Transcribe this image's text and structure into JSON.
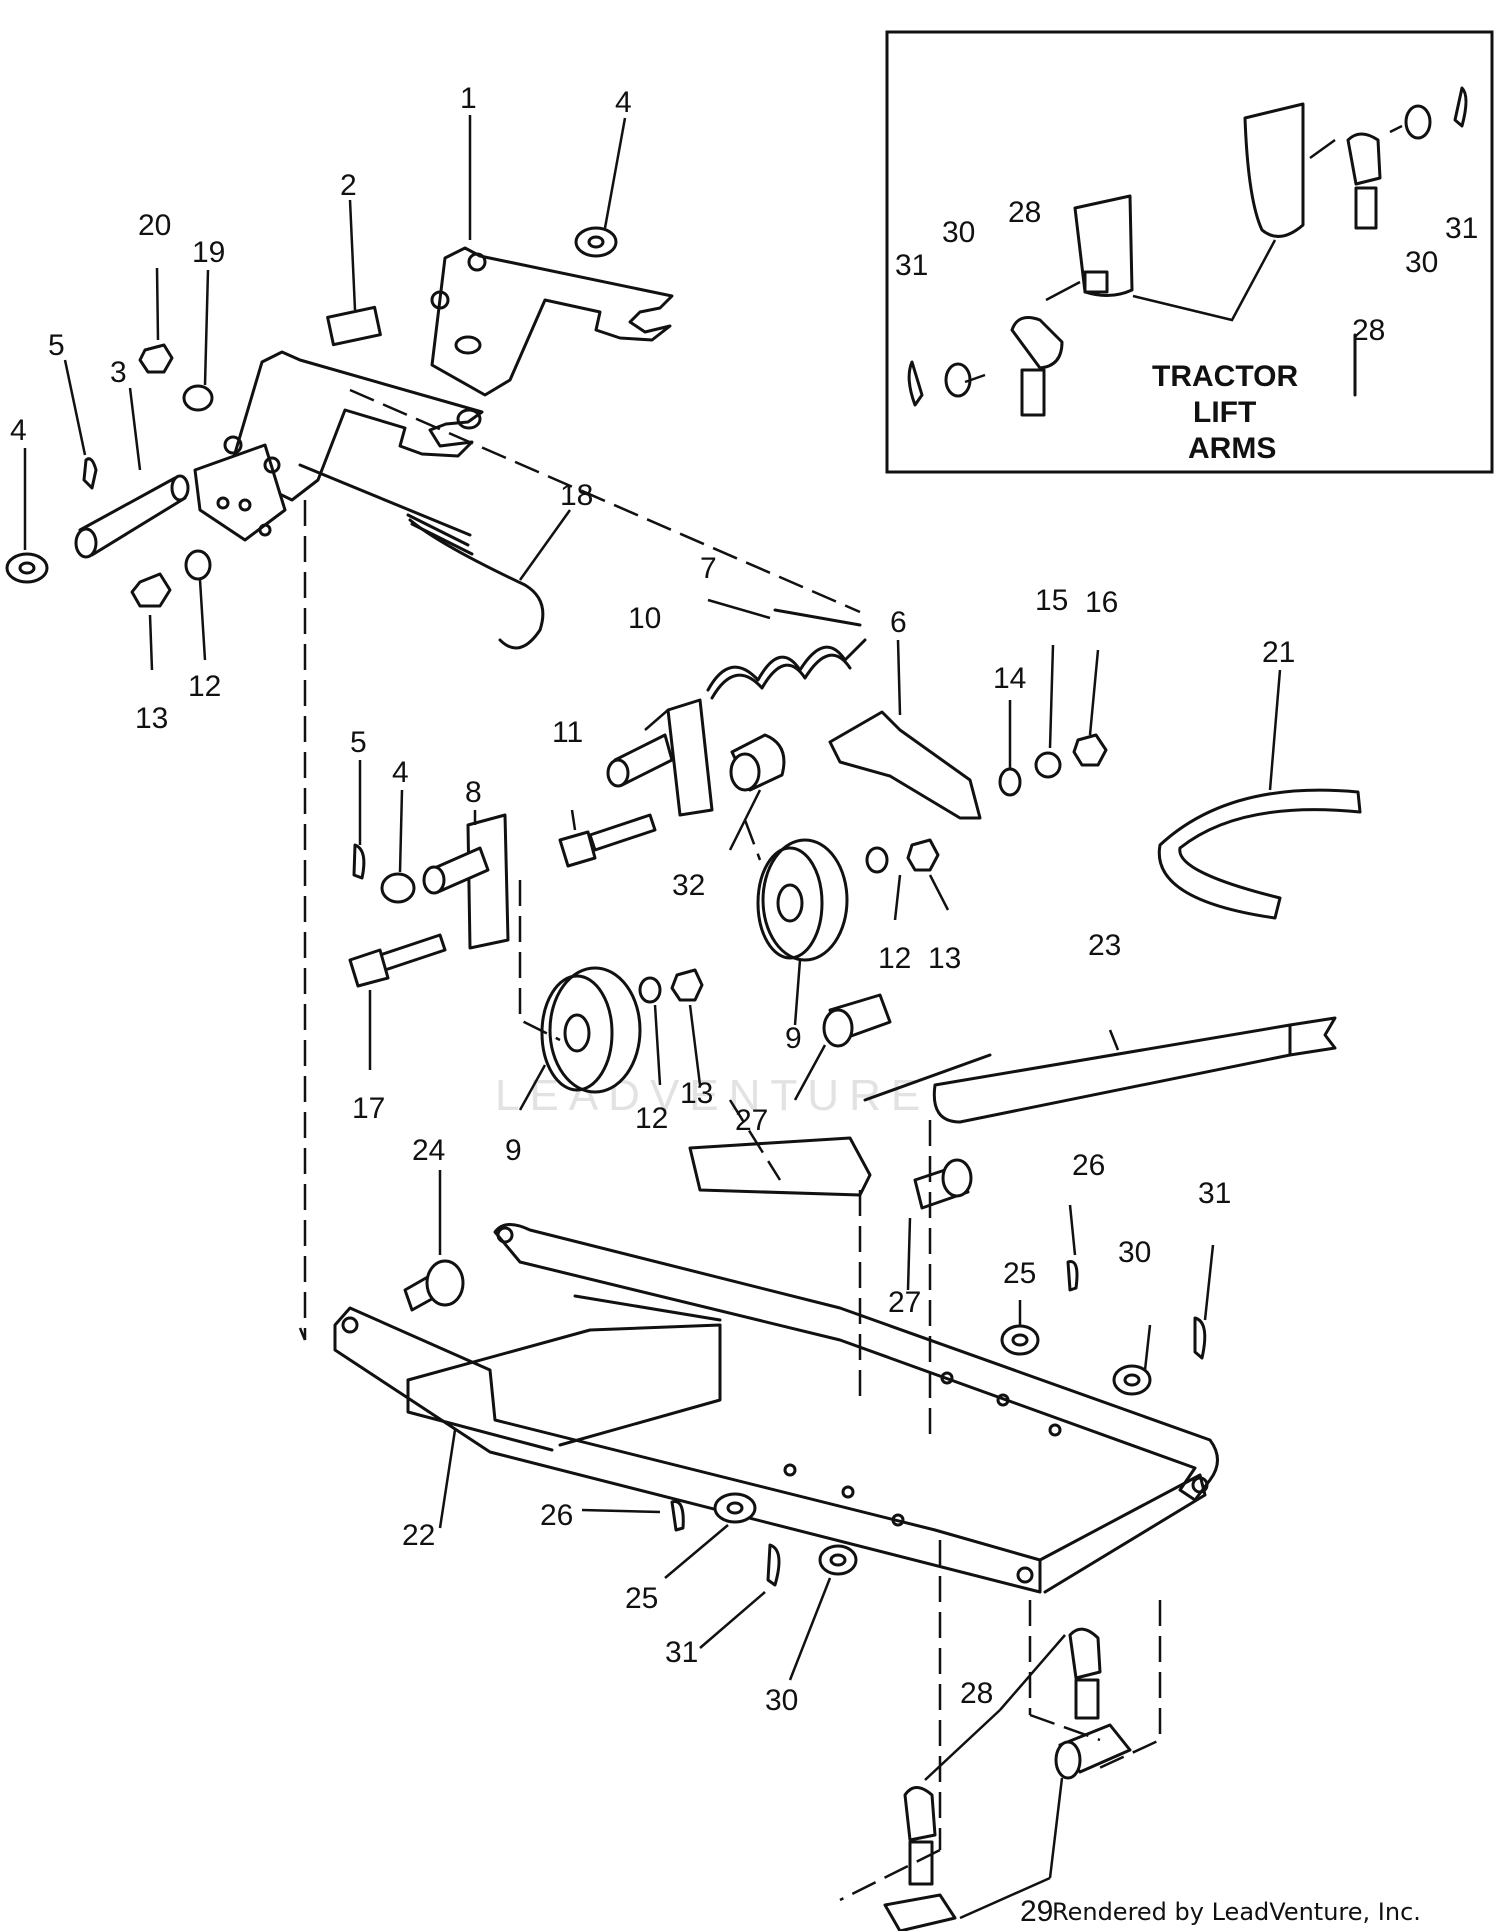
{
  "watermark": "LEADVENTURE",
  "credit": "Rendered by LeadVenture, Inc.",
  "inset": {
    "label_lines": [
      "TRACTOR",
      "LIFT",
      "ARMS"
    ]
  },
  "callouts": [
    {
      "id": "c1",
      "text": "1"
    },
    {
      "id": "c2",
      "text": "2"
    },
    {
      "id": "c3",
      "text": "3"
    },
    {
      "id": "c4a",
      "text": "4"
    },
    {
      "id": "c4b",
      "text": "4"
    },
    {
      "id": "c4c",
      "text": "4"
    },
    {
      "id": "c5a",
      "text": "5"
    },
    {
      "id": "c5b",
      "text": "5"
    },
    {
      "id": "c6",
      "text": "6"
    },
    {
      "id": "c7",
      "text": "7"
    },
    {
      "id": "c8",
      "text": "8"
    },
    {
      "id": "c9a",
      "text": "9"
    },
    {
      "id": "c9b",
      "text": "9"
    },
    {
      "id": "c10",
      "text": "10"
    },
    {
      "id": "c11",
      "text": "11"
    },
    {
      "id": "c12a",
      "text": "12"
    },
    {
      "id": "c12b",
      "text": "12"
    },
    {
      "id": "c12c",
      "text": "12"
    },
    {
      "id": "c13a",
      "text": "13"
    },
    {
      "id": "c13b",
      "text": "13"
    },
    {
      "id": "c13c",
      "text": "13"
    },
    {
      "id": "c14",
      "text": "14"
    },
    {
      "id": "c15",
      "text": "15"
    },
    {
      "id": "c16",
      "text": "16"
    },
    {
      "id": "c17",
      "text": "17"
    },
    {
      "id": "c18",
      "text": "18"
    },
    {
      "id": "c19",
      "text": "19"
    },
    {
      "id": "c20",
      "text": "20"
    },
    {
      "id": "c21",
      "text": "21"
    },
    {
      "id": "c22",
      "text": "22"
    },
    {
      "id": "c23",
      "text": "23"
    },
    {
      "id": "c24",
      "text": "24"
    },
    {
      "id": "c25a",
      "text": "25"
    },
    {
      "id": "c25b",
      "text": "25"
    },
    {
      "id": "c26a",
      "text": "26"
    },
    {
      "id": "c26b",
      "text": "26"
    },
    {
      "id": "c27a",
      "text": "27"
    },
    {
      "id": "c27b",
      "text": "27"
    },
    {
      "id": "c28a",
      "text": "28"
    },
    {
      "id": "c28b",
      "text": "28"
    },
    {
      "id": "c28c",
      "text": "28"
    },
    {
      "id": "c29",
      "text": "29"
    },
    {
      "id": "c30a",
      "text": "30"
    },
    {
      "id": "c30b",
      "text": "30"
    },
    {
      "id": "c30c",
      "text": "30"
    },
    {
      "id": "c30d",
      "text": "30"
    },
    {
      "id": "c31a",
      "text": "31"
    },
    {
      "id": "c31b",
      "text": "31"
    },
    {
      "id": "c31c",
      "text": "31"
    },
    {
      "id": "c31d",
      "text": "31"
    },
    {
      "id": "c32",
      "text": "32"
    }
  ]
}
